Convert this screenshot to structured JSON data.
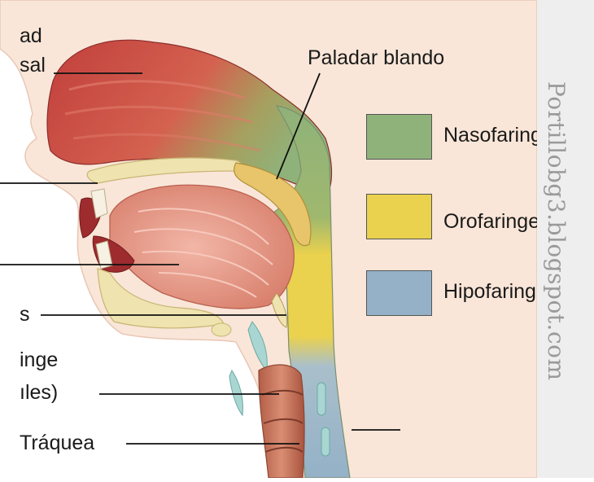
{
  "labels": {
    "cavity_line1": "ad",
    "cavity_line2": "sal",
    "soft_palate": "Paladar blando",
    "epiglottis_partial": "s",
    "larynx_line1": "inge",
    "larynx_line2": "ıles)",
    "trachea": "Tráquea"
  },
  "legend": [
    {
      "label": "Nasofaringe",
      "color": "#8fb27a"
    },
    {
      "label": "Orofaringe",
      "color": "#ead14e"
    },
    {
      "label": "Hipofaringe",
      "color": "#94b1c7"
    }
  ],
  "watermark": "Portillobg3.blogspot.com",
  "colors": {
    "skin": "#f9e6d8",
    "skin_outline": "#e9c7b5",
    "nasal": "#c94a45",
    "tongue": "#e59a8a",
    "bone": "#efe3b0",
    "trachea": "#c97a62",
    "cartilage": "#a9d6d2"
  }
}
